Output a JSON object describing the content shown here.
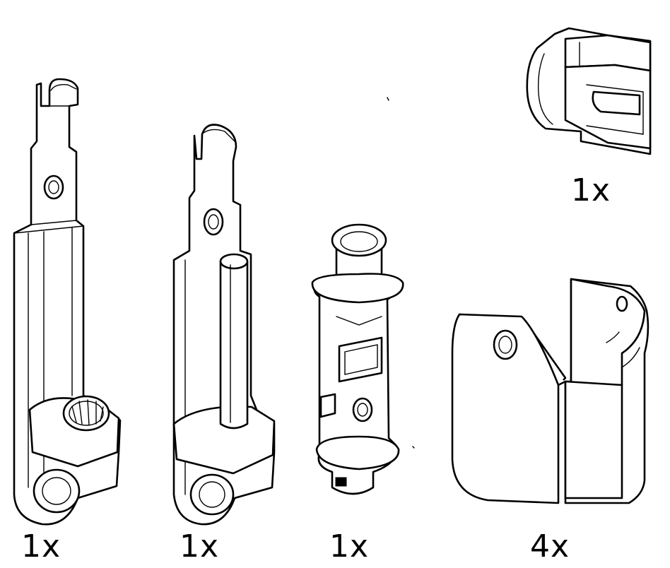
{
  "parts": [
    {
      "name": "hook-bracket-with-ring",
      "quantity": "1x"
    },
    {
      "name": "hook-bracket-with-pin",
      "quantity": "1x"
    },
    {
      "name": "cylindrical-connector",
      "quantity": "1x"
    },
    {
      "name": "curved-end-cap",
      "quantity": "4x"
    },
    {
      "name": "slotted-clip",
      "quantity": "1x"
    }
  ]
}
